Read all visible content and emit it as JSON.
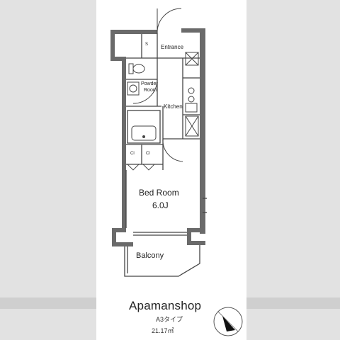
{
  "rooms": {
    "entrance": "Entrance",
    "powder_room": [
      "Powder",
      "Room"
    ],
    "kitchen": "Kitchen",
    "closet_1": "Cl",
    "closet_2": "Cl",
    "bed_room": [
      "Bed Room",
      "6.0J"
    ],
    "balcony": "Balcony",
    "shoe_box": "S"
  },
  "footer": {
    "brand": "Apamanshop",
    "type": "A3タイプ",
    "area": "21.17㎡"
  },
  "icons": [
    "compass-icon",
    "toilet-icon",
    "washbasin-icon",
    "bathtub-icon",
    "stove-icon",
    "sink-icon"
  ],
  "colors": {
    "wall": "#555555",
    "line": "#333333",
    "panel": "#e2e2e2"
  }
}
